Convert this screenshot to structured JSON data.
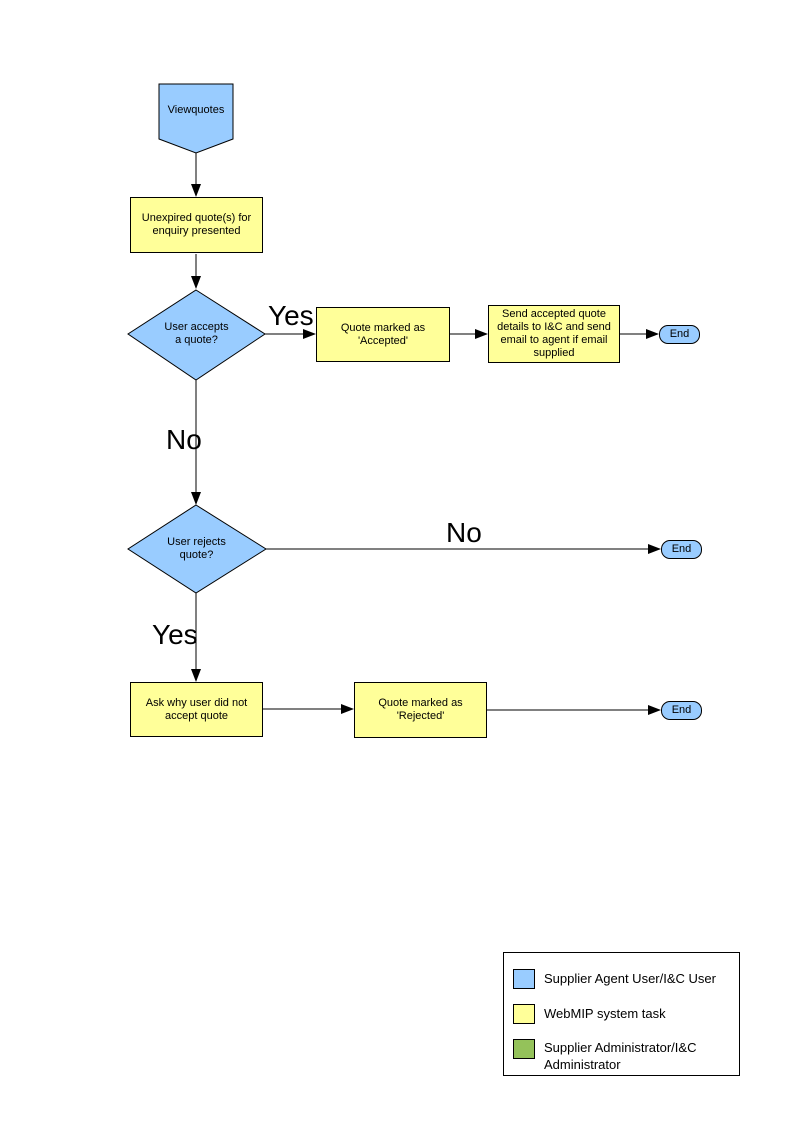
{
  "colors": {
    "node-blue": "#99CCFF",
    "node-yellow": "#FFFF99",
    "legend-green": "#94C25A"
  },
  "flowchart": {
    "start": "Viewquotes",
    "unexpired": "Unexpired quote(s) for\nenquiry presented",
    "accepts_q": "User accepts\na quote?",
    "accepted": "Quote  marked as\n'Accepted'",
    "send_details": "Send accepted quote\ndetails to I&C and send\nemail to agent if email\nsupplied",
    "rejects_q": "User rejects\nquote?",
    "ask_why": "Ask why user did not\naccept quote",
    "rejected": "Quote  marked as\n'Rejected'",
    "end_label": "End",
    "labels": {
      "yes1": "Yes",
      "no1": "No",
      "no2": "No",
      "yes2": "Yes"
    }
  },
  "legend": {
    "items": [
      {
        "label": "Supplier Agent User/I&C User",
        "color": "#99CCFF"
      },
      {
        "label": "WebMIP system task",
        "color": "#FFFF99"
      },
      {
        "label": "Supplier Administrator/I&C\nAdministrator",
        "color": "#94C25A"
      }
    ]
  }
}
